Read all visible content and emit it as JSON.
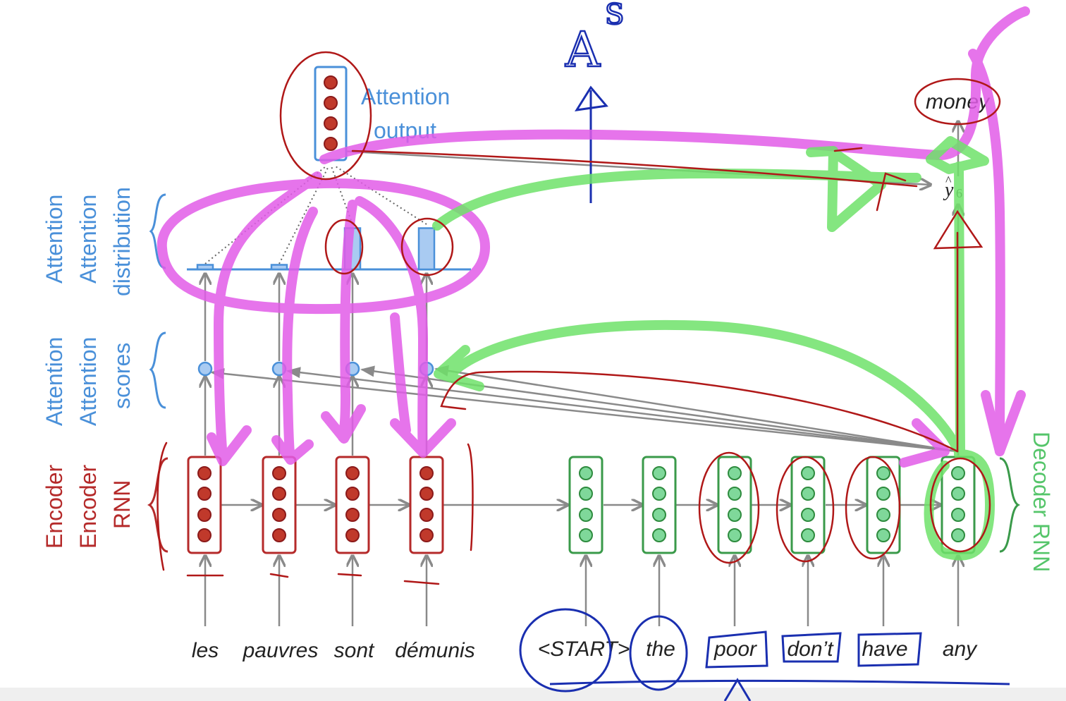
{
  "colors": {
    "encoder": "#b52a2a",
    "encoder_fill": "#c0392b",
    "decoder": "#3a9a4a",
    "decoder_fill": "#7fd89a",
    "attention": "#4a90d9",
    "attention_fill": "#a9cbf2",
    "arrow": "#8a8a8a",
    "pen_magenta": "#e25ce8",
    "pen_green": "#6fe26a",
    "pen_red": "#b01818",
    "pen_blue": "#1a2fb0"
  },
  "labels": {
    "attention_output_line1": "Attention",
    "attention_output_line2": "output",
    "attention_distribution": [
      "Attention",
      "Attention",
      "distribution"
    ],
    "attention_scores": [
      "Attention",
      "Attention",
      "scores"
    ],
    "encoder_rnn": [
      "Encoder",
      "Encoder",
      "RNN"
    ],
    "decoder_rnn": "Decoder RNN",
    "output_word": "money",
    "yhat_base": "y",
    "yhat_hat": "^",
    "yhat_sub": "6",
    "handwritten_letter": "A",
    "handwritten_exponent": "S"
  },
  "source_words": [
    "les",
    "pauvres",
    "sont",
    "démunis"
  ],
  "target_words": [
    "<START>",
    "the",
    "poor",
    "don’t",
    "have",
    "any"
  ],
  "attention_weights": [
    0.05,
    0.05,
    0.45,
    0.45
  ]
}
